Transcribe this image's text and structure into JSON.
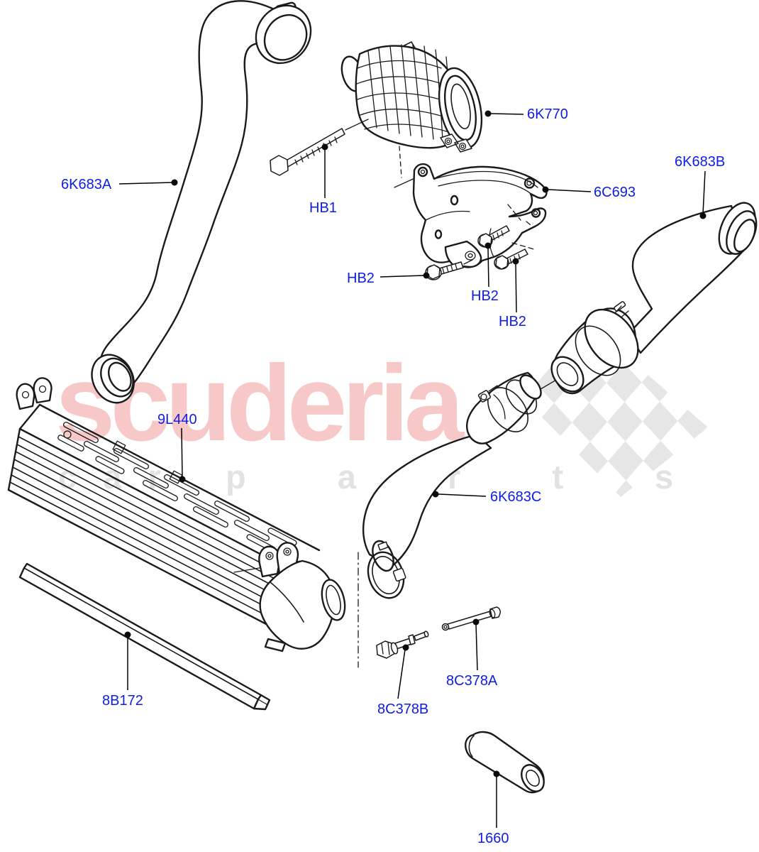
{
  "watermark": {
    "brand": "scuderia",
    "tagline_left": "c a r",
    "tagline_right": "p a r t s",
    "brand_color": "#f6c8c8",
    "tagline_color": "#e2e2e2",
    "flag_color": "#e6e6e6"
  },
  "colors": {
    "label_blue": "#0f1ce6",
    "line": "#1a1a1a"
  },
  "part_labels": [
    {
      "id": "6K683A",
      "text": "6K683A"
    },
    {
      "id": "HB1",
      "text": "HB1"
    },
    {
      "id": "6K770",
      "text": "6K770"
    },
    {
      "id": "6C693",
      "text": "6C693"
    },
    {
      "id": "6K683B",
      "text": "6K683B"
    },
    {
      "id": "HB2-1",
      "text": "HB2"
    },
    {
      "id": "HB2-2",
      "text": "HB2"
    },
    {
      "id": "HB2-3",
      "text": "HB2"
    },
    {
      "id": "9L440",
      "text": "9L440"
    },
    {
      "id": "6K683C",
      "text": "6K683C"
    },
    {
      "id": "8B172",
      "text": "8B172"
    },
    {
      "id": "8C378A",
      "text": "8C378A"
    },
    {
      "id": "8C378B",
      "text": "8C378B"
    },
    {
      "id": "1660",
      "text": "1660"
    }
  ]
}
